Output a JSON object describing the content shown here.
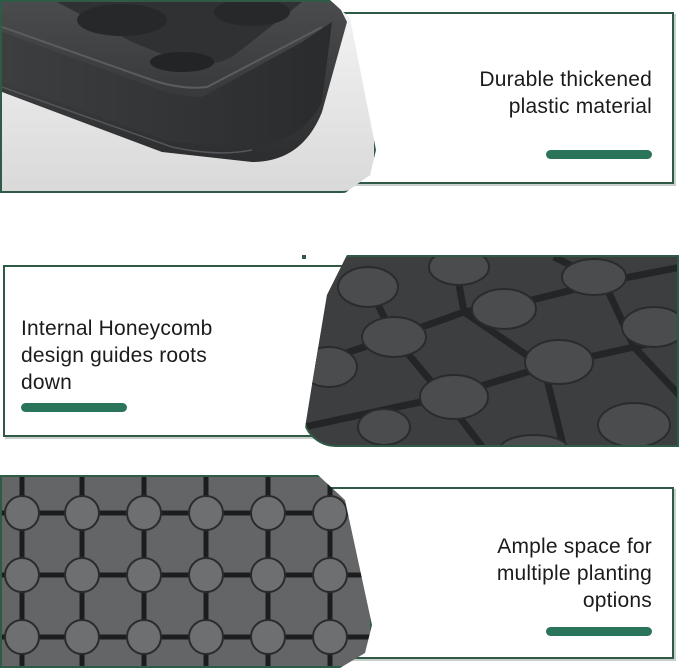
{
  "panels": [
    {
      "id": "thickened-plastic",
      "caption_lines": [
        "Durable thickened",
        "plastic material"
      ],
      "image_subject": "corner of black plastic seed tray showing thick rim"
    },
    {
      "id": "honeycomb-design",
      "caption_lines": [
        "Internal Honeycomb",
        "design guides roots",
        "down"
      ],
      "image_subject": "close-up of honeycomb pattern inside tray"
    },
    {
      "id": "ample-space",
      "caption_lines": [
        "Ample space for",
        "multiple planting",
        "options"
      ],
      "image_subject": "top view of tray grid with circular nodes"
    }
  ],
  "colors": {
    "border": "#2f5a46",
    "accent_bar": "#2a7559",
    "text": "#1b1b1b",
    "plastic_dark": "#3a3b3d",
    "plastic_light": "#6f7072"
  }
}
